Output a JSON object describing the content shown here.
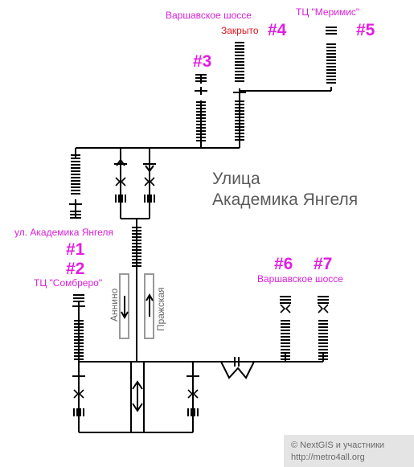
{
  "station": {
    "line1": "Улица",
    "line2": "Академика Янгеля"
  },
  "exits": [
    {
      "number": "#1",
      "label": "ул. Академика Янгеля"
    },
    {
      "number": "#2",
      "label": "ТЦ \"Сомбреро\""
    },
    {
      "number": "#3",
      "label": ""
    },
    {
      "number": "#4",
      "label": "Варшавское шоссе",
      "note": "Закрыто"
    },
    {
      "number": "#5",
      "label": "ТЦ \"Меримис\""
    },
    {
      "number": "#6",
      "label": "Варшавское шоссе"
    },
    {
      "number": "#7",
      "label": ""
    }
  ],
  "directions": {
    "left": "Аннино",
    "right": "Пражская"
  },
  "credit": {
    "line1": "© NextGIS и участники",
    "line2": "http://metro4all.org"
  },
  "colors": {
    "exit_number": "#e21ee0",
    "exit_label": "#d81fd6",
    "closed_note": "#e0141c",
    "station_name": "#5a5a5a",
    "lines": "#000000",
    "platform": "#999999"
  },
  "icons": [
    "stairs-icon",
    "turnstile-icon",
    "arrow-up-icon",
    "arrow-down-icon",
    "arrow-both-icon"
  ]
}
